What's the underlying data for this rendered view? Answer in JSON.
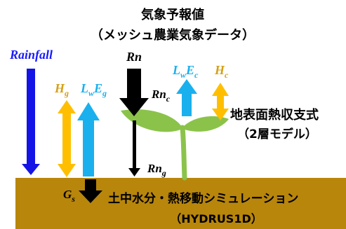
{
  "header": {
    "line1": "気象予報値",
    "line2": "（メッシュ農業気象データ）"
  },
  "labels": {
    "rainfall": "Rainfall",
    "rn": "Rn",
    "hg": {
      "base": "H",
      "sub": "g"
    },
    "lwEg": {
      "l": "L",
      "w": "w",
      "e": "E",
      "g": "g"
    },
    "lwEc": {
      "l": "L",
      "w": "w",
      "e": "E",
      "c": "c"
    },
    "hc": {
      "base": "H",
      "sub": "c"
    },
    "rnc": {
      "base": "Rn",
      "sub": "c"
    },
    "rng": {
      "base": "Rn",
      "sub": "g"
    },
    "gs": {
      "base": "G",
      "sub": "s"
    }
  },
  "surface_model": {
    "line1": "地表面熱収支式",
    "line2": "（2層モデル）"
  },
  "soil_model": {
    "line1": "土中水分・熱移動シミュレーション",
    "line2": "（HYDRUS1D）"
  },
  "colors": {
    "rainfall": "#1414e6",
    "sensible_heat": "#ffbf00",
    "latent_heat": "#1ab0ee",
    "radiation": "#000000",
    "soil": "#b8860b",
    "plant": "#8bc34a",
    "blue_text": "#1a1aff",
    "gold_text": "#d4a017",
    "cyan_text": "#1ab0ee"
  },
  "icons": [
    "plant-seedling"
  ]
}
